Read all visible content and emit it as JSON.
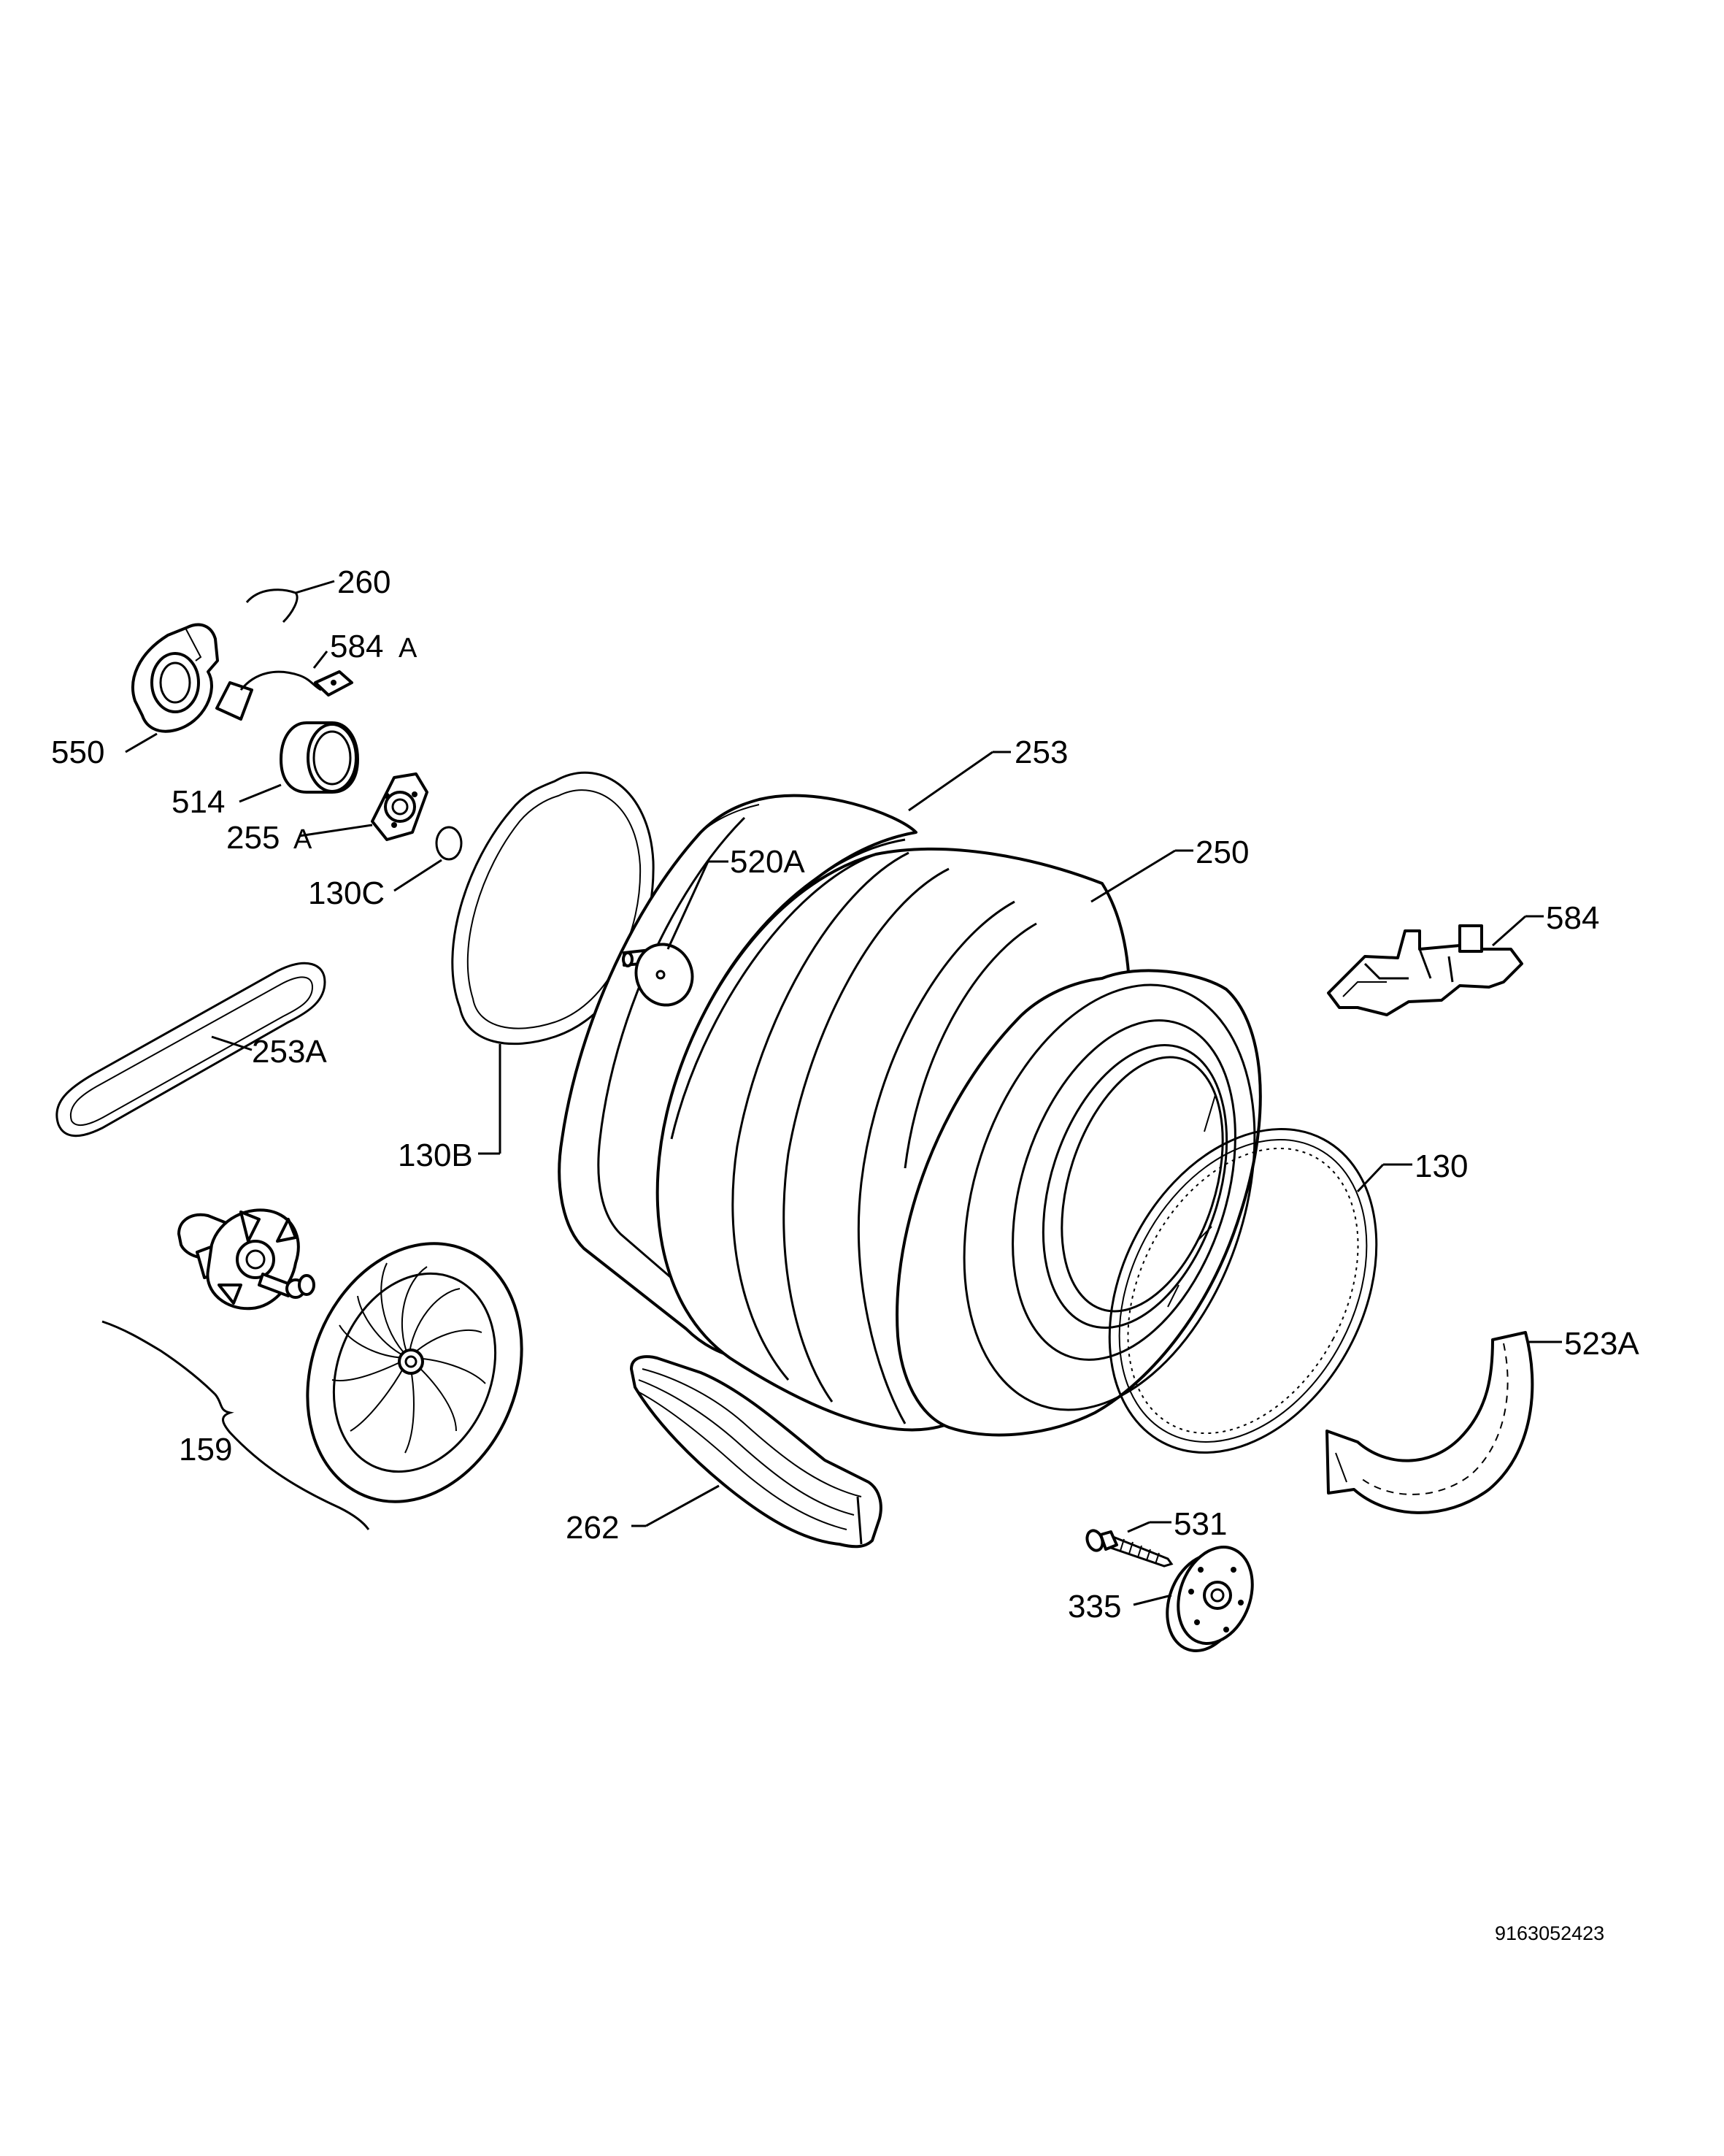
{
  "diagram": {
    "labels": {
      "p260": "260",
      "p584a": "584",
      "p584a_suffix": "A",
      "p550": "550",
      "p514": "514",
      "p255a": "255",
      "p255a_suffix": "A",
      "p130c": "130C",
      "p253": "253",
      "p520a": "520A",
      "p250": "250",
      "p584": "584",
      "p253a": "253A",
      "p130b": "130B",
      "p130": "130",
      "p523a": "523A",
      "p159": "159",
      "p262": "262",
      "p531": "531",
      "p335": "335"
    },
    "drawing_code": "9163052423"
  }
}
